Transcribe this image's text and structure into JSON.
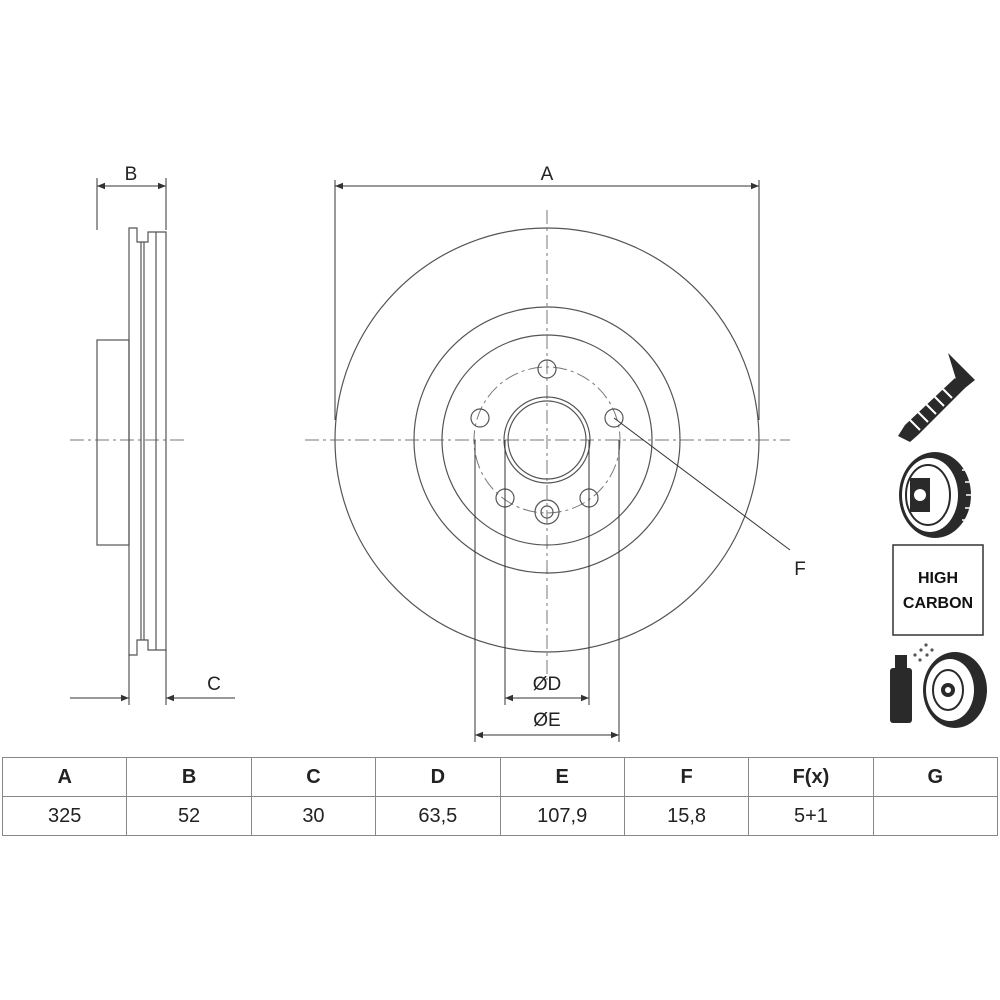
{
  "drawing": {
    "labels": {
      "A": "A",
      "B": "B",
      "C": "C",
      "D": "ØD",
      "E": "ØE",
      "F": "F"
    }
  },
  "badges": {
    "high_carbon_line1": "HIGH",
    "high_carbon_line2": "CARBON",
    "icons": [
      "screw-icon",
      "brake-disc-icon",
      "coating-spray-icon"
    ]
  },
  "spec_table": {
    "headers": [
      "A",
      "B",
      "C",
      "D",
      "E",
      "F",
      "F(x)",
      "G"
    ],
    "values": [
      "325",
      "52",
      "30",
      "63,5",
      "107,9",
      "15,8",
      "5+1",
      ""
    ]
  },
  "colors": {
    "line": "#555555",
    "icon": "#2a2a2a",
    "badge_border": "#333333"
  }
}
